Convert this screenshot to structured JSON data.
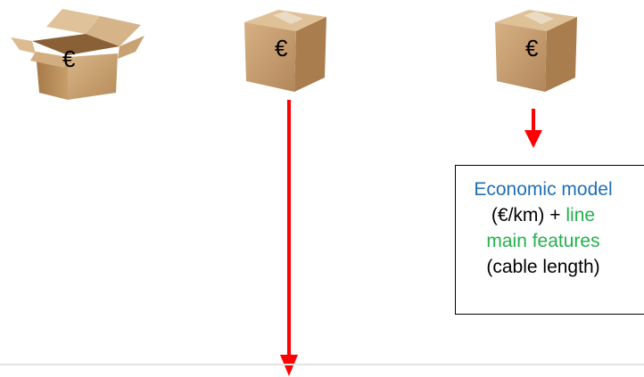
{
  "boxes": [
    {
      "label": "€",
      "state": "open"
    },
    {
      "label": "€",
      "state": "closed"
    },
    {
      "label": "€",
      "state": "closed"
    }
  ],
  "model_box": {
    "line1": "Economic model",
    "line2_a": "(€/km) + ",
    "line2_b": "line",
    "line3": "main features",
    "line4": "(cable length)"
  },
  "colors": {
    "arrow": "#ff0000",
    "economic": "#1f6fb5",
    "feature": "#22b14c",
    "text": "#000000",
    "cardboard": "#c9a274"
  }
}
